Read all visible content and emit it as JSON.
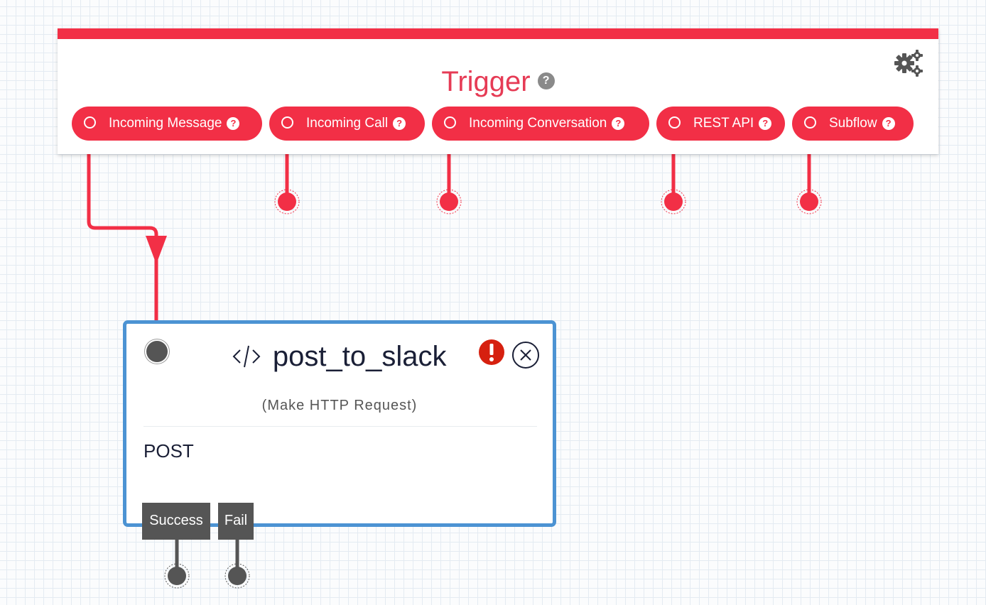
{
  "trigger": {
    "title": "Trigger",
    "help_glyph": "?",
    "settings_icon": "gears-icon",
    "accent_color": "#f22f46",
    "pills": [
      {
        "label": "Incoming Message",
        "glyph": "?"
      },
      {
        "label": "Incoming Call",
        "glyph": "?"
      },
      {
        "label": "Incoming Conversation",
        "glyph": "?"
      },
      {
        "label": "REST API",
        "glyph": "?"
      },
      {
        "label": "Subflow",
        "glyph": "?"
      }
    ]
  },
  "widget": {
    "name": "post_to_slack",
    "type_label": "(Make HTTP Request)",
    "method": "POST",
    "border_color": "#4c93d3",
    "icons": [
      "code-icon",
      "error-icon",
      "close-icon"
    ],
    "transitions": {
      "success_label": "Success",
      "fail_label": "Fail"
    }
  }
}
